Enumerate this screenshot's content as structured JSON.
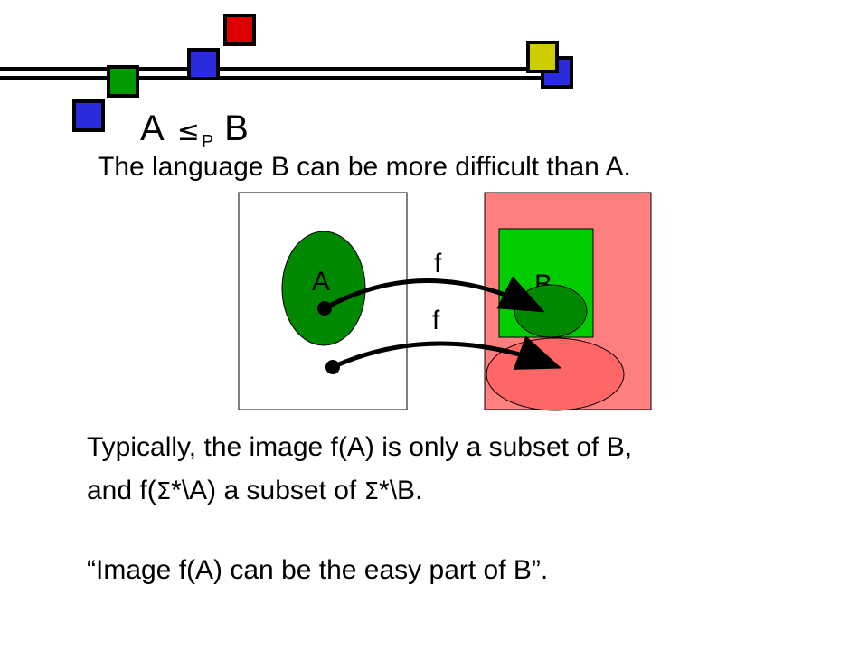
{
  "title": {
    "left": "A",
    "operator": "≤",
    "subscript": "P",
    "right": "B"
  },
  "subtitle": "The language B can be more difficult than A.",
  "diagram": {
    "set_a_label": "A",
    "set_b_label": "B",
    "arrow_top_label": "f",
    "arrow_bottom_label": "f",
    "colors": {
      "set_a": "#008800",
      "set_b": "#00cc00",
      "universe_b": "#ff7f7f",
      "image_region": "#ff6666"
    }
  },
  "body": {
    "line1": "Typically, the image f(A) is only a subset of B,",
    "line2_a": "and f(",
    "line2_sigma1": "Σ",
    "line2_b": "*\\A) a subset of ",
    "line2_sigma2": "Σ",
    "line2_c": "*\\B.",
    "line3": "“Image f(A) can be the easy part of B”."
  },
  "decoration": {
    "square_colors": [
      "#2b2bdd",
      "#009900",
      "#2b2bdd",
      "#dd0000",
      "#cccc00",
      "#2b2bdd"
    ]
  }
}
